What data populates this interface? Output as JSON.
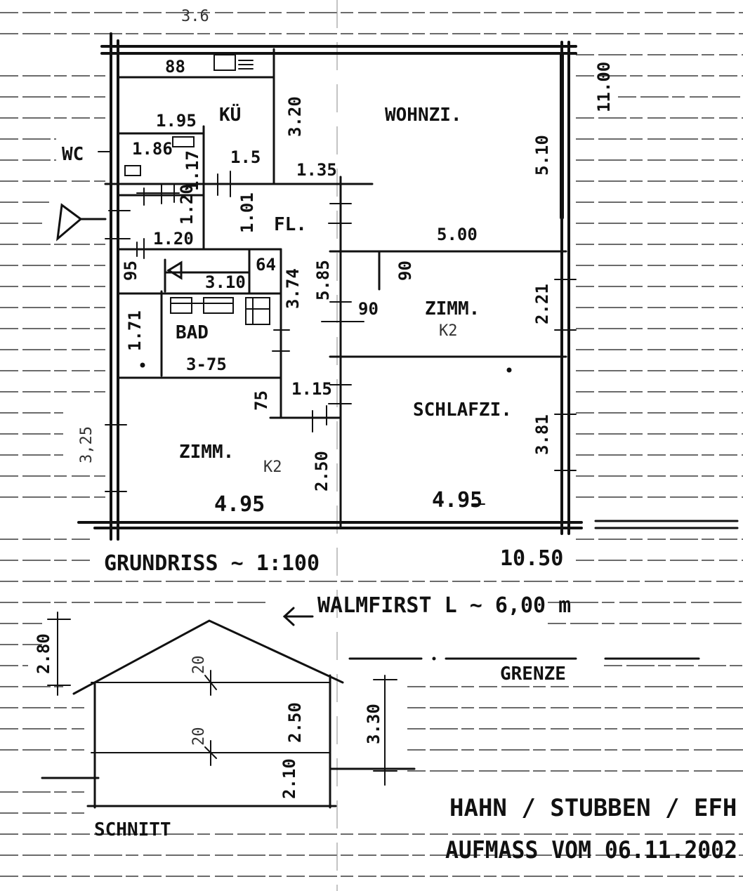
{
  "plan": {
    "title": "GRUNDRISS ~ 1:100",
    "total_width": "10.50",
    "total_depth": "11.00",
    "top_partial": "3.6",
    "left_partial": "3,25",
    "wc_label": "WC",
    "rooms": {
      "kueche": "KÜ",
      "wohnzimmer": "WOHNZI.",
      "flur": "FL.",
      "bad": "BAD",
      "zimmer_right": "ZIMM.",
      "zimmer_right_note": "K2",
      "schlafzimmer": "SCHLAFZI.",
      "zimmer_left": "ZIMM.",
      "zimmer_left_note": "K2"
    },
    "dims": {
      "d_88": "88",
      "d_195": "1.95",
      "d_186": "1.86",
      "d_117": "1.17",
      "d_15": "1.5",
      "d_320": "3.20",
      "d_135": "1.35",
      "d_510": "5.10",
      "d_120a": "1.20",
      "d_101": "1.01",
      "d_500": "5.00",
      "d_120b": "1.20",
      "d_95": "95",
      "d_64": "64",
      "d_310": "3.10",
      "d_374": "3.74",
      "d_585": "5.85",
      "d_90a": "90",
      "d_90b": "90",
      "d_221": "2.21",
      "d_171": "1.71",
      "d_375": "3-75",
      "d_75": "75",
      "d_115": "1.15",
      "d_381": "3.81",
      "d_250a": "2.50",
      "d_495a": "4.95",
      "d_495b": "4.95"
    }
  },
  "section": {
    "ridge_note": "WALMFIRST L ~ 6,00 m",
    "boundary": "GRENZE",
    "title": "SCHNITT",
    "dims": {
      "roof_h": "2.80",
      "slab_a": "20",
      "slab_b": "20",
      "storey": "2.50",
      "total": "3.30",
      "lower": "2.10"
    }
  },
  "footer": {
    "line1": "HAHN / STUBBEN / EFH",
    "line2": "AUFMASS VOM 06.11.2002"
  }
}
